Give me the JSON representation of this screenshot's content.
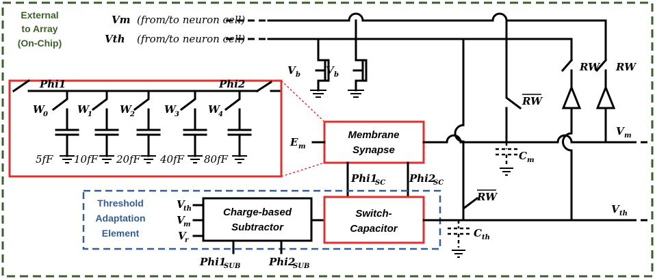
{
  "outer_label": [
    "External",
    "to Array",
    "(On-Chip)"
  ],
  "vm_line": {
    "signal": "Vm",
    "note": "(from/to neuron cell)"
  },
  "vth_line": {
    "signal": "Vth",
    "note": "(from/to neuron cell)"
  },
  "vb_labels": [
    "V",
    "V"
  ],
  "vb_sub": "b",
  "cap_bank": {
    "phi1": "Phi1",
    "phi2": "Phi2",
    "switch_base": "W",
    "switch_subs": [
      "0",
      "1",
      "2",
      "3",
      "4"
    ],
    "caps": [
      "5fF",
      "10fF",
      "20fF",
      "40fF",
      "80fF"
    ]
  },
  "membrane_box": [
    "Membrane",
    "Synapse"
  ],
  "em_label": {
    "base": "E",
    "sub": "m"
  },
  "phi_sc": [
    {
      "base": "Phi1",
      "sub": "SC"
    },
    {
      "base": "Phi2",
      "sub": "SC"
    }
  ],
  "switch_cap_box": [
    "Switch-",
    "Capacitor"
  ],
  "subtractor_box": [
    "Charge-based",
    "Subtractor"
  ],
  "subtractor_inputs": [
    {
      "base": "V",
      "sub": "th"
    },
    {
      "base": "V",
      "sub": "m"
    },
    {
      "base": "V",
      "sub": "r"
    }
  ],
  "phi_sub": [
    {
      "base": "Phi1",
      "sub": "SUB"
    },
    {
      "base": "Phi2",
      "sub": "SUB"
    }
  ],
  "threshold_label": [
    "Threshold",
    "Adaptation",
    "Element"
  ],
  "rw_bar": "RW",
  "rw": "RW",
  "cm_label": {
    "base": "C",
    "sub": "m"
  },
  "cth_label": {
    "base": "C",
    "sub": "th"
  },
  "vm_out": {
    "base": "V",
    "sub": "m"
  },
  "vth_out": {
    "base": "V",
    "sub": "th"
  },
  "colors": {
    "green": "#3a5f2a",
    "blue": "#2f5f93",
    "red": "#e03030"
  }
}
